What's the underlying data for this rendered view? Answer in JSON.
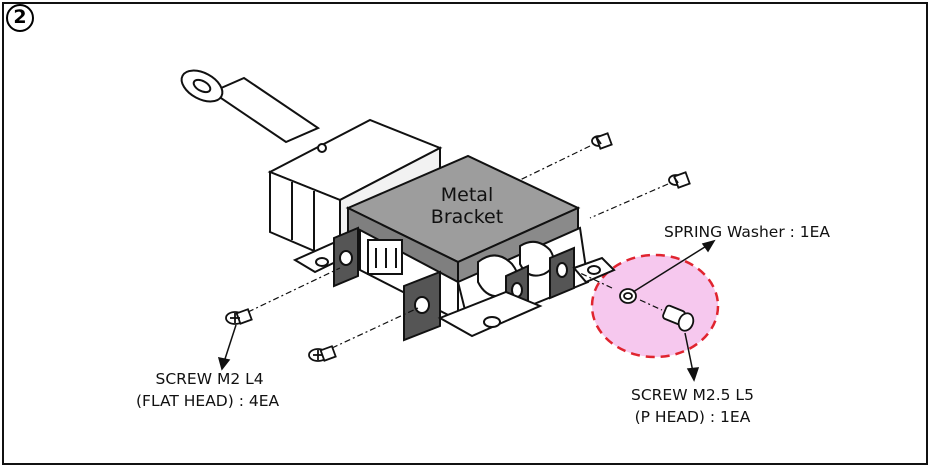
{
  "step": {
    "number": "2"
  },
  "labels": {
    "bracket_line1": "Metal",
    "bracket_line2": "Bracket",
    "spring_washer": "SPRING Washer : 1EA",
    "screw_flat_line1": "SCREW M2 L4",
    "screw_flat_line2": "(FLAT HEAD) : 4EA",
    "screw_p_line1": "SCREW M2.5 L5",
    "screw_p_line2": "(P HEAD) : 1EA"
  },
  "colors": {
    "highlight_fill": "#f6c8ee",
    "highlight_border": "#e0242f",
    "bracket_fill": "#9d9d9d",
    "line": "#111111"
  }
}
